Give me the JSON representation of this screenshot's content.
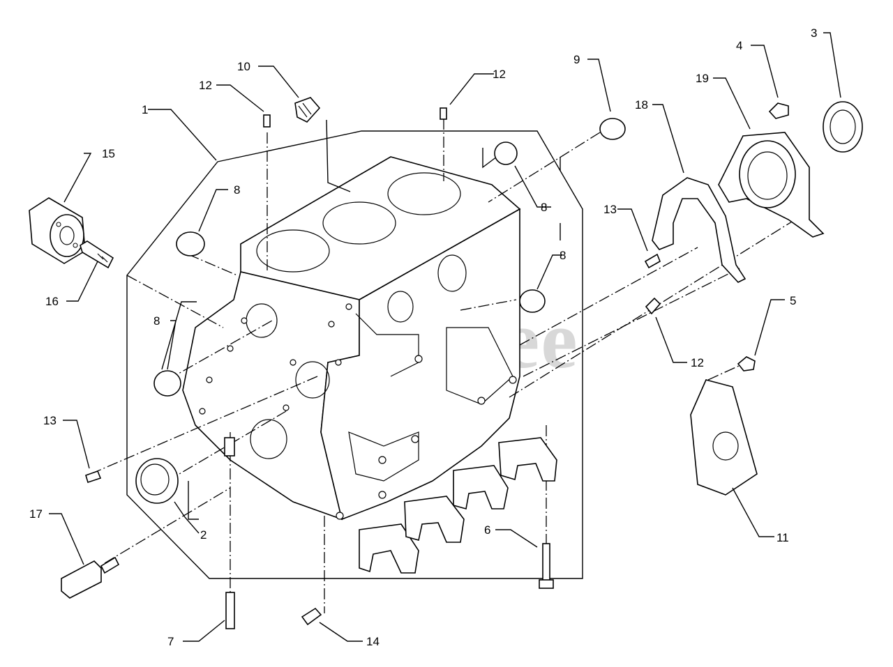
{
  "watermark": "PartsTree",
  "callouts": {
    "c1": "1",
    "c2": "2",
    "c3": "3",
    "c4": "4",
    "c5": "5",
    "c6": "6",
    "c7": "7",
    "c8a": "8",
    "c8b": "8",
    "c8c": "8",
    "c8d": "8",
    "c9": "9",
    "c10": "10",
    "c11": "11",
    "c12a": "12",
    "c12b": "12",
    "c12c": "12",
    "c13a": "13",
    "c13b": "13",
    "c14": "14",
    "c15": "15",
    "c16": "16",
    "c17": "17",
    "c18": "18",
    "c19": "19"
  }
}
